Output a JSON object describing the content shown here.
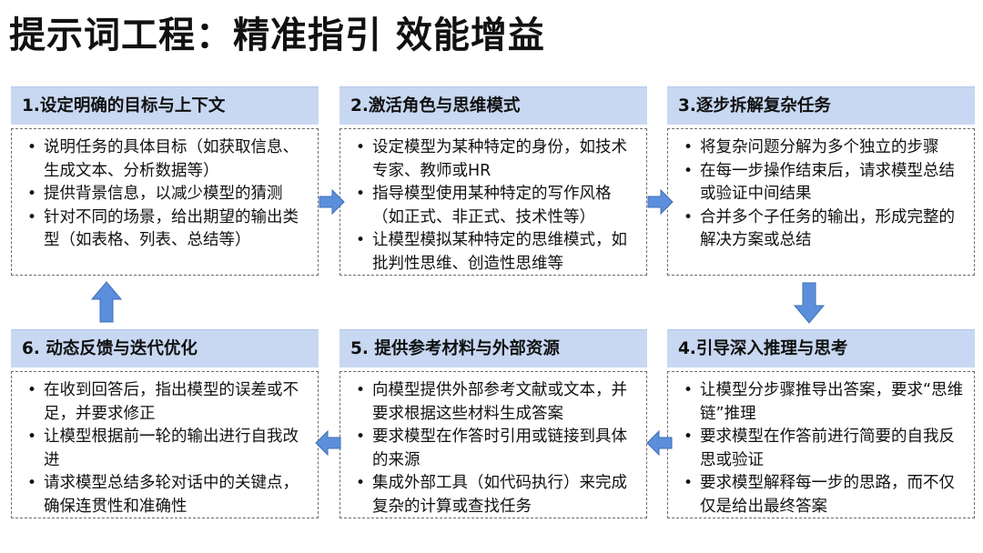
{
  "title": "提示词工程：精准指引 效能增益",
  "colors": {
    "header_bg": "#c8d8f2",
    "arrow": "#5b8fdb",
    "arrow_stroke": "#3f6fb8",
    "border": "#6d6d6d"
  },
  "steps": [
    {
      "title": "1.设定明确的目标与上下文",
      "items": [
        "说明任务的具体目标（如获取信息、生成文本、分析数据等）",
        "提供背景信息，以减少模型的猜测",
        "针对不同的场景，给出期望的输出类型（如表格、列表、总结等）"
      ]
    },
    {
      "title": "2.激活角色与思维模式",
      "items": [
        "设定模型为某种特定的身份，如技术专家、教师或HR",
        "指导模型使用某种特定的写作风格（如正式、非正式、技术性等）",
        "让模型模拟某种特定的思维模式，如批判性思维、创造性思维等"
      ]
    },
    {
      "title": "3.逐步拆解复杂任务",
      "items": [
        "将复杂问题分解为多个独立的步骤",
        "在每一步操作结束后，请求模型总结或验证中间结果",
        "合并多个子任务的输出，形成完整的解决方案或总结"
      ]
    },
    {
      "title": "4.引导深入推理与思考",
      "items": [
        "让模型分步骤推导出答案，要求“思维链”推理",
        "要求模型在作答前进行简要的自我反思或验证",
        "要求模型解释每一步的思路，而不仅仅是给出最终答案"
      ]
    },
    {
      "title": "5. 提供参考材料与外部资源",
      "items": [
        "向模型提供外部参考文献或文本，并要求根据这些材料生成答案",
        "要求模型在作答时引用或链接到具体的来源",
        "集成外部工具（如代码执行）来完成复杂的计算或查找任务"
      ]
    },
    {
      "title": "6. 动态反馈与迭代优化",
      "items": [
        "在收到回答后，指出模型的误差或不足，并要求修正",
        "让模型根据前一轮的输出进行自我改进",
        "请求模型总结多轮对话中的关键点，确保连贯性和准确性"
      ]
    }
  ]
}
